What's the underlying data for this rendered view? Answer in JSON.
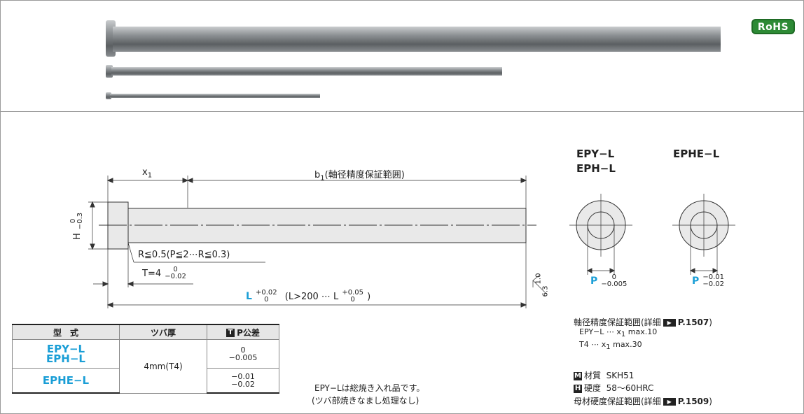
{
  "badge": {
    "rohs": "RoHS"
  },
  "drawing": {
    "x1": "x",
    "x1_sub": "1",
    "b1": "b",
    "b1_sub": "1",
    "b1_note": "(軸径精度保証範囲)",
    "h_label": "H",
    "h_tol_upper": "0",
    "h_tol_lower": "−0.3",
    "r_note": "R≦0.5(P≦2⋯R≦0.3)",
    "t_label": "T=4",
    "t_tol_upper": "0",
    "t_tol_lower": "−0.02",
    "l_label": "L",
    "l_tol_upper": "+0.02",
    "l_tol_lower": "0",
    "l_note": "(L>200 ⋯ L",
    "l_note_tol_upper": "+0.05",
    "l_note_tol_lower": "0",
    "l_note_close": ")",
    "surface_mark": "1.0",
    "surface_mark2": "6.3"
  },
  "views": {
    "left_title_1": "EPY−L",
    "left_title_2": "EPH−L",
    "right_title": "EPHE−L",
    "left_p": "P",
    "left_p_tol_upper": "0",
    "left_p_tol_lower": "−0.005",
    "right_p": "P",
    "right_p_tol_upper": "−0.01",
    "right_p_tol_lower": "−0.02"
  },
  "notes": {
    "shaft_range_label": "軸径精度保証範囲(詳細",
    "shaft_range_ref": "P.1507",
    "shaft_range_close": ")",
    "epy_line": "EPY−L ⋯ x",
    "epy_sub": "1",
    "epy_val": " max.10",
    "t4_line": "T4 ⋯ x",
    "t4_sub": "1",
    "t4_val": " max.30",
    "material_badge": "M",
    "material_label": "材質",
    "material_value": "SKH51",
    "hardness_badge": "H",
    "hardness_label": "硬度",
    "hardness_value": "58〜60HRC",
    "base_hardness_label": "母材硬度保証範囲(詳細",
    "base_hardness_ref": "P.1509",
    "base_hardness_close": ")",
    "ref_icon_text": "▶",
    "center_note_1": "EPY−Lは総焼き入れ品です。",
    "center_note_2": "(ツバ部焼きなまし処理なし)"
  },
  "table": {
    "headers": [
      "型　式",
      "ツバ厚",
      "P公差"
    ],
    "header_badge": "T",
    "rows": [
      {
        "type_1": "EPY−L",
        "type_2": "EPH−L",
        "thickness": "4mm(T4)",
        "tol_upper": "0",
        "tol_lower": "−0.005"
      },
      {
        "type_1": "EPHE−L",
        "tol_upper": "−0.01",
        "tol_lower": "−0.02"
      }
    ]
  },
  "colors": {
    "accent": "#1a9ed6",
    "rohs_green": "#2d8a35"
  }
}
